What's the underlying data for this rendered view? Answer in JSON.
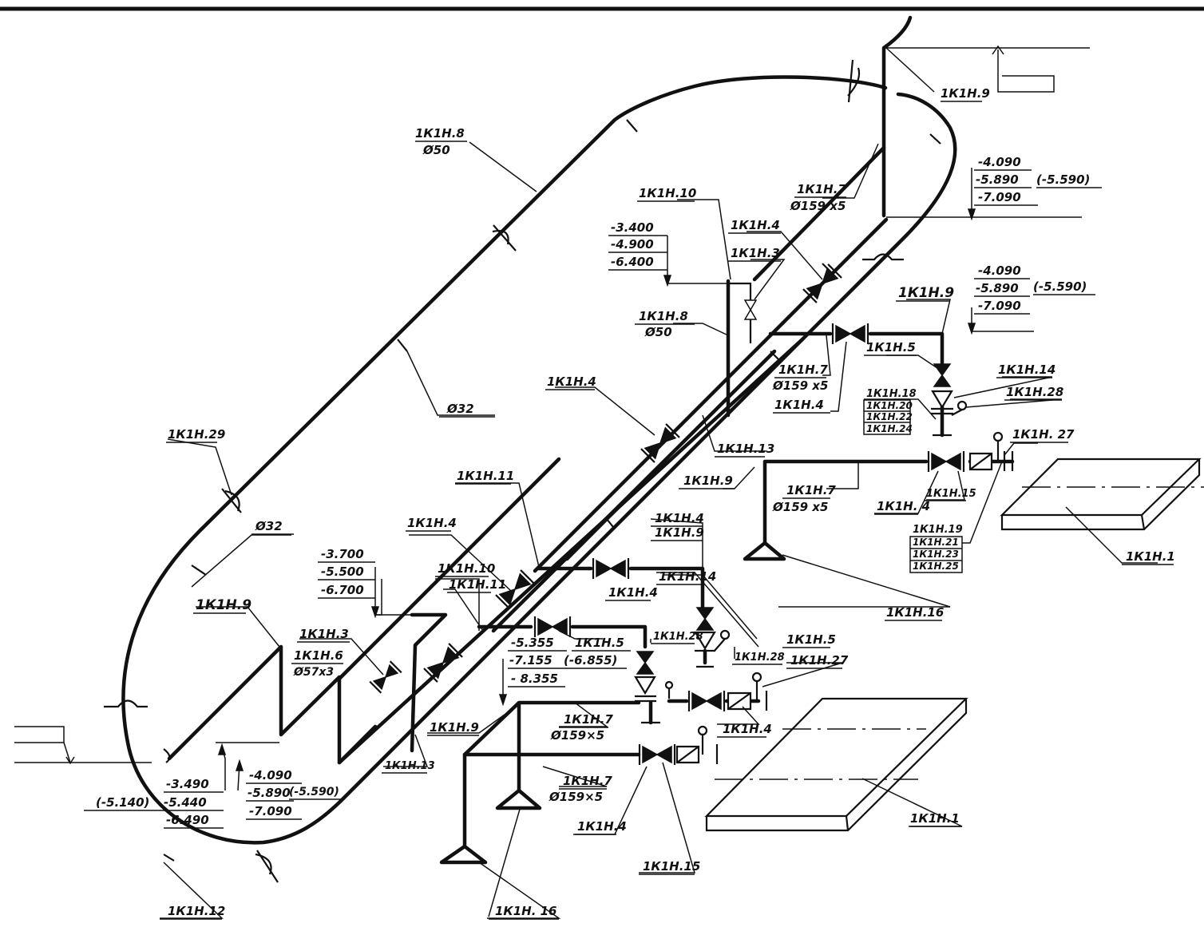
{
  "colors": {
    "ink": "#111111",
    "paper": "#ffffff"
  },
  "labels": {
    "k9_top": "1К1Н.9",
    "k8_outer": "1К1Н.8",
    "d50_outer": "Ø50",
    "k7_top": "1К1Н.7",
    "d159_top": "Ø159 x5",
    "lvl_tr_1": "-4.090",
    "lvl_tr_2": "-5.890",
    "lvl_tr_2b": "(-5.590)",
    "lvl_tr_3": "-7.090",
    "k10_top": "1К1Н.10",
    "lvl_tm_1": "-3.400",
    "lvl_tm_2": "-4.900",
    "lvl_tm_3": "-6.400",
    "k4_a": "1К1Н.4",
    "k3_a": "1К1Н.3",
    "lvl_r2_1": "-4.090",
    "lvl_r2_2": "-5.890",
    "lvl_r2_2b": "(-5.590)",
    "lvl_r2_3": "-7.090",
    "k9_r2": "1К1Н.9",
    "k8_mid": "1К1Н.8",
    "d50_mid": "Ø50",
    "k5_r": "1К1Н.5",
    "k14_r": "1К1Н.14",
    "k7_mid": "1К1Н.7",
    "d159_mid": "Ø159 x5",
    "k28_r": "1К1Н.28",
    "k18": "1К1Н.18",
    "k20": "1К1Н.20",
    "k22": "1К1Н.22",
    "k24": "1К1Н.24",
    "k4_r": "1К1Н.4",
    "k4_b": "1К1Н.4",
    "d32_mid": "Ø32",
    "k27_r": "1К1Н. 27",
    "k13_top": "1К1Н.13",
    "k29": "1К1Н.29",
    "k9_mr": "1К1Н.9",
    "k7_mr": "1К1Н.7",
    "d159_mr": "Ø159 x5",
    "k4_mr": "1К1Н. 4",
    "k15_r": "1К1Н.15",
    "k11_a": "1К1Н.11",
    "d32_left": "Ø32",
    "k19": "1К1Н.19",
    "k21": "1К1Н.21",
    "k23": "1К1Н.23",
    "k25": "1К1Н.25",
    "k1_r": "1К1Н.1",
    "k4_c": "1К1Н.4",
    "k4_d": "1К1Н.4",
    "k9_d": "1К1Н.9",
    "lvl_l1_1": "-3.700",
    "lvl_l1_2": "-5.500",
    "lvl_l1_3": "-6.700",
    "k10_b": "1К1Н.10",
    "k11_b": "1К1Н.11",
    "k14_b": "1К1Н.14",
    "k16_r": "1К1Н.16",
    "k9_left": "1К1Н.9",
    "k4_e": "1К1Н.4",
    "k3_b": "1К1Н.3",
    "k6": "1К1Н.6",
    "d57": "Ø57x3",
    "lvl_c_1": "-5.355",
    "lvl_c_2": "-7.155",
    "lvl_c_2b": "(-6.855)",
    "lvl_c_3": "- 8.355",
    "k5_b": "1К1Н.5",
    "k28_b": "1К1Н.28",
    "k5_c": "1К1Н.5",
    "k28_c": "1К1Н.28",
    "k27_b": "1К1Н.27",
    "k9_c": "1К1Н.9",
    "k7_c": "1К1Н.7",
    "d159_c": "Ø159×5",
    "k4_f": "1К1Н.4",
    "k13_b": "1К1Н.13",
    "lvl_bl_1": "-3.490",
    "lvl_bl_1b": "(-5.140)",
    "lvl_bl_2": "-5.440",
    "lvl_bl_3": "-6.490",
    "lvl_bl2_1": "-4.090",
    "lvl_bl2_2": "-5.890",
    "lvl_bl2_2b": "(-5.590)",
    "lvl_bl2_3": "-7.090",
    "k7_d": "1К1Н.7",
    "d159_d": "Ø159×5",
    "k4_g": "1К1Н.4",
    "k1_b": "1К1Н.1",
    "k15_b": "1К1Н.15",
    "k16_b": "1К1Н. 16",
    "k12": "1К1Н.12"
  }
}
